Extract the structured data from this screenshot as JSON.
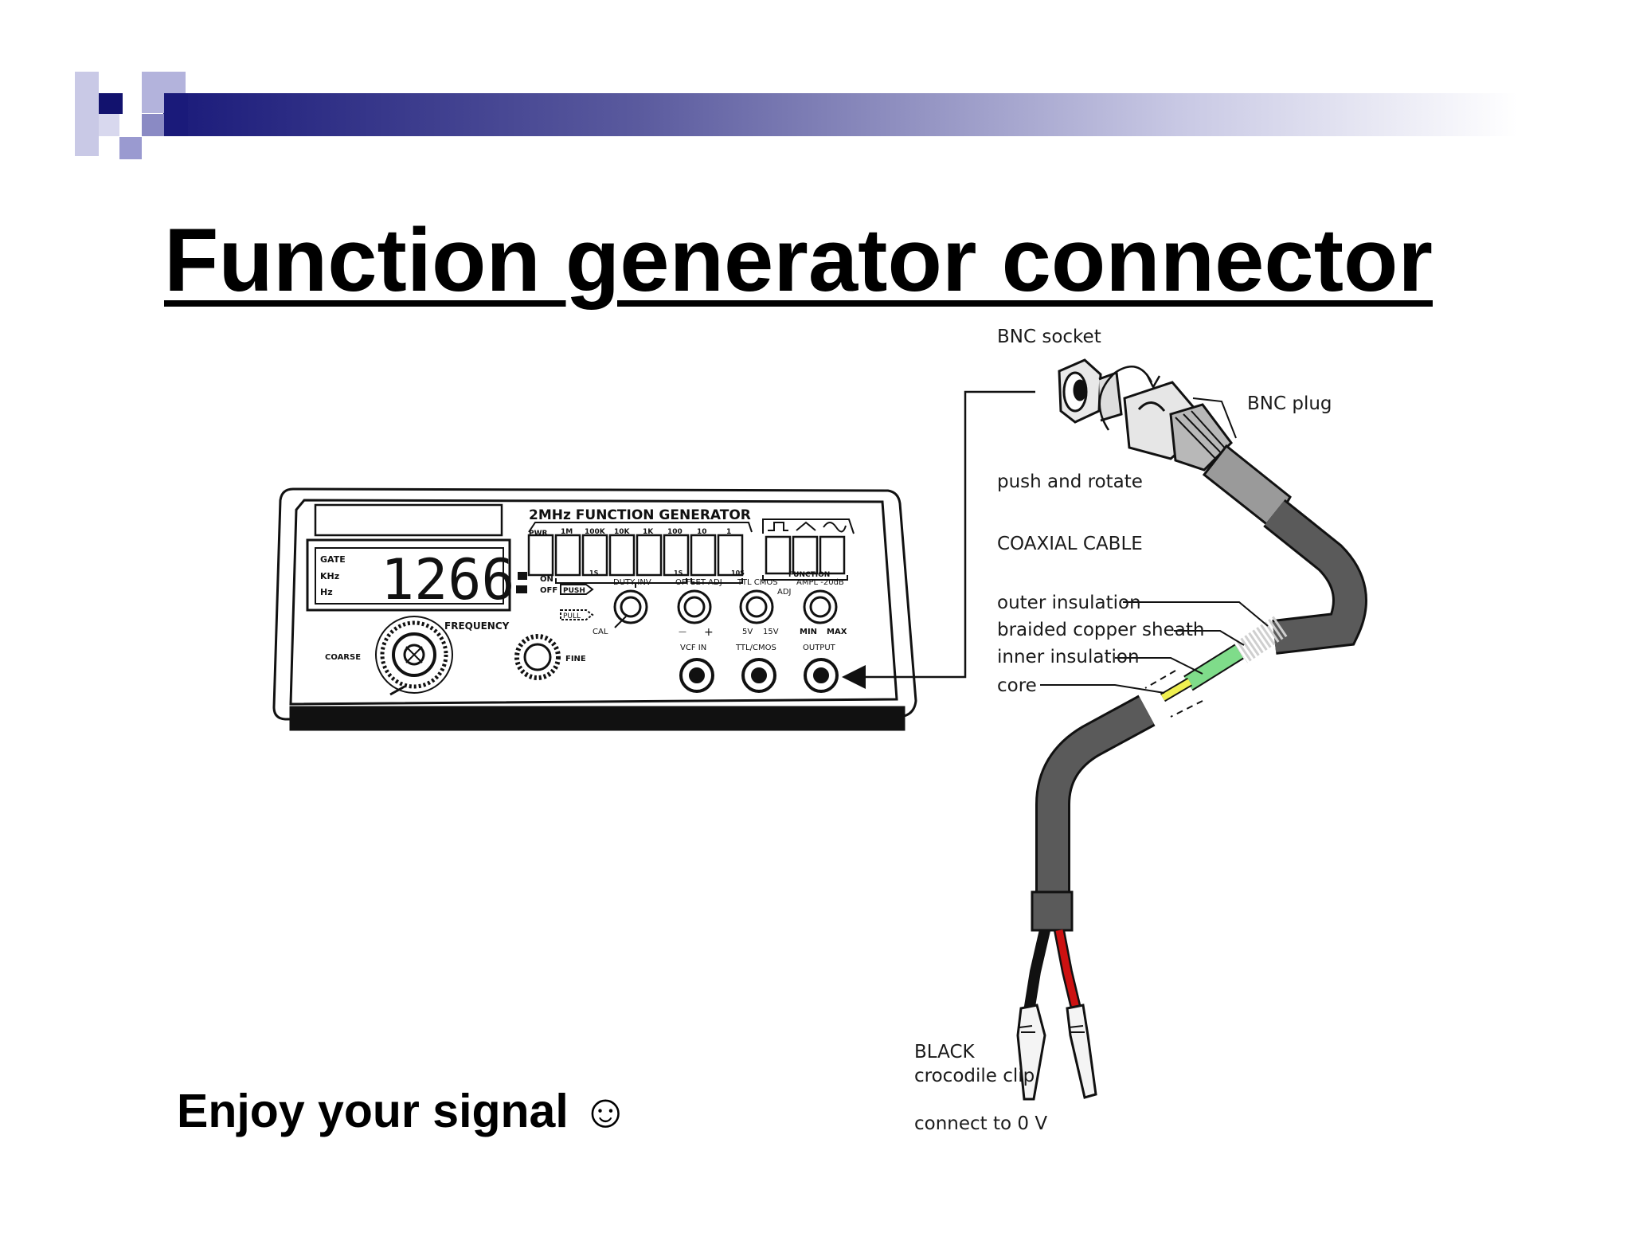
{
  "slide": {
    "title": "Function generator connector",
    "footer": "Enjoy your signal ☺"
  },
  "generator": {
    "name": "2MHz FUNCTION GENERATOR",
    "display_value": "1266",
    "display_units": [
      "GATE",
      "KHz",
      "Hz"
    ],
    "power": {
      "label": "PWR",
      "on": "ON",
      "off": "OFF"
    },
    "range_buttons": [
      "1M",
      "100K",
      "10K",
      "1K",
      "100",
      "10",
      "1"
    ],
    "range_group_labels": [
      "1S",
      "1S",
      "10S"
    ],
    "function_label": "FUNCTION",
    "knob_labels": {
      "duty": "DUTY INV",
      "offset": "OFFSET ADJ",
      "ttl": "TTL CMOS",
      "ampl": "AMPL -20dB",
      "adj": "ADJ",
      "push": "PUSH",
      "pull": "PULL",
      "cal": "CAL",
      "frequency": "FREQUENCY",
      "coarse": "COARSE",
      "fine": "FINE",
      "minus": "—",
      "plus": "+",
      "v5": "5V",
      "v15": "15V",
      "min": "MIN",
      "max": "MAX"
    },
    "connectors": [
      "VCF IN",
      "TTL/CMOS",
      "OUTPUT"
    ]
  },
  "cable": {
    "bnc_socket": "BNC socket",
    "bnc_plug": "BNC plug",
    "push_rotate": "push and rotate",
    "coaxial": "COAXIAL CABLE",
    "outer_insulation": "outer insulation",
    "braided_sheath": "braided copper sheath",
    "inner_insulation": "inner insulation",
    "core": "core",
    "black_clip_1": "BLACK",
    "black_clip_2": "crocodile clip",
    "connect_0v": "connect to 0 V"
  },
  "colors": {
    "header_navy": "#1a1a7a",
    "header_lavender": "#b3b3dc",
    "cable_gray": "#555555",
    "inner_insulation_green": "#7fdc8a",
    "core_yellow": "#f0f050",
    "red_lead": "#cc1111"
  }
}
